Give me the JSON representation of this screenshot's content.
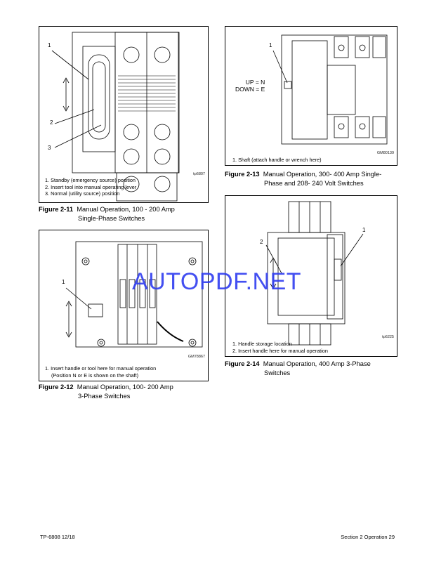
{
  "figures": [
    {
      "id": "fig-2-11",
      "code": "tp6807",
      "callouts": [
        "1",
        "2",
        "3"
      ],
      "notes": [
        "1. Standby (emergency source) position",
        "2. Insert tool into manual operating lever",
        "3. Normal (utility source) position"
      ],
      "caption_num": "Figure 2-11",
      "caption_l1": "Manual Operation, 100 -  200 Amp",
      "caption_l2": "Single-Phase Switches"
    },
    {
      "id": "fig-2-12",
      "code": "GM78867",
      "callouts": [
        "1"
      ],
      "notes": [
        "1. Insert handle or tool here for manual operation",
        "(Position N or E is shown on the shaft)"
      ],
      "caption_num": "Figure 2-12",
      "caption_l1": "Manual Operation, 100- 200 Amp",
      "caption_l2": "3-Phase Switches"
    },
    {
      "id": "fig-2-13",
      "code": "GM80139",
      "callouts": [
        "1"
      ],
      "labels": [
        "UP = N",
        "DOWN = E"
      ],
      "notes": [
        "1. Shaft (attach handle or wrench here)"
      ],
      "caption_num": "Figure 2-13",
      "caption_l1": "Manual Operation, 300- 400 Amp Single-",
      "caption_l2": "Phase and 208- 240 Volt Switches"
    },
    {
      "id": "fig-2-14",
      "code": "tp6225",
      "callouts": [
        "1",
        "2"
      ],
      "notes": [
        "1. Handle storage location",
        "2. Insert handle here for manual operation"
      ],
      "caption_num": "Figure 2-14",
      "caption_l1": "Manual Operation, 400 Amp 3-Phase",
      "caption_l2": "Switches"
    }
  ],
  "watermark": "AUTOPDF.NET",
  "footer": {
    "left": "TP-6808  12/18",
    "right": "Section 2  Operation    29"
  }
}
